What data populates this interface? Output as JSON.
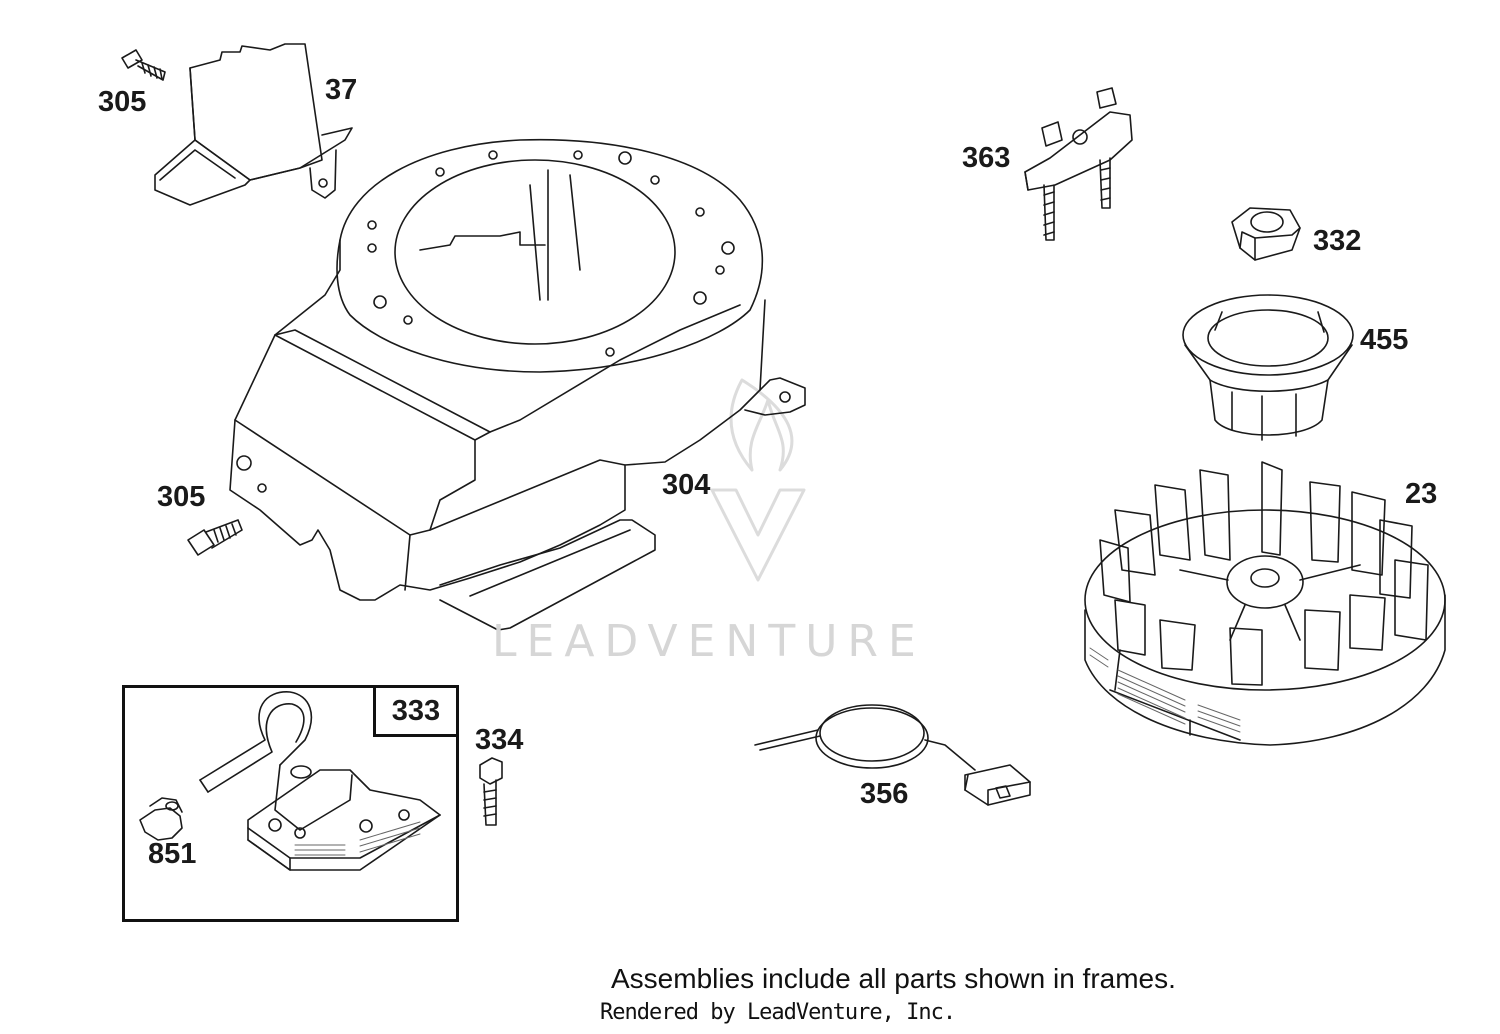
{
  "watermark": "LEADVENTURE",
  "parts": [
    {
      "id": "part-305-top",
      "number": "305"
    },
    {
      "id": "part-37",
      "number": "37"
    },
    {
      "id": "part-304",
      "number": "304"
    },
    {
      "id": "part-305-left",
      "number": "305"
    },
    {
      "id": "part-363",
      "number": "363"
    },
    {
      "id": "part-332",
      "number": "332"
    },
    {
      "id": "part-455",
      "number": "455"
    },
    {
      "id": "part-23",
      "number": "23"
    },
    {
      "id": "part-333",
      "number": "333"
    },
    {
      "id": "part-334",
      "number": "334"
    },
    {
      "id": "part-851",
      "number": "851"
    },
    {
      "id": "part-356",
      "number": "356"
    }
  ],
  "footer": {
    "note": "Assemblies include all parts shown in frames.",
    "credit": "Rendered by LeadVenture, Inc."
  }
}
